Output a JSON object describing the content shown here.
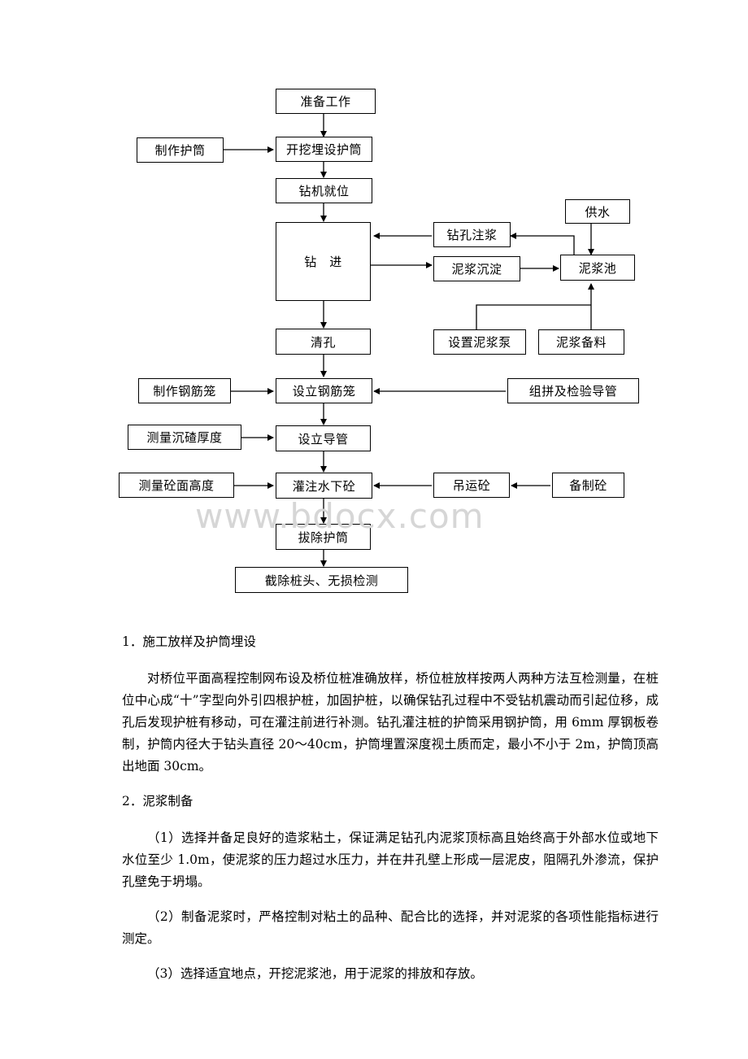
{
  "flowchart": {
    "nodes": {
      "prepare": "准备工作",
      "make_casing": "制作护筒",
      "dig_casing": "开挖埋设护筒",
      "rig_position": "钻机就位",
      "drilling": "钻　进",
      "slurry_inject": "钻孔注浆",
      "water_supply": "供水",
      "slurry_settle": "泥浆沉淀",
      "slurry_pool": "泥浆池",
      "clean_hole": "清孔",
      "slurry_pump": "设置泥浆泵",
      "slurry_material": "泥浆备料",
      "make_cage": "制作钢筋笼",
      "install_cage": "设立钢筋笼",
      "assemble_pipe": "组拼及检验导管",
      "measure_sediment": "测量沉碴厚度",
      "install_pipe": "设立导管",
      "measure_concrete": "测量砼面高度",
      "pour_concrete": "灌注水下砼",
      "lift_concrete": "吊运砼",
      "prepare_concrete": "备制砼",
      "remove_casing": "拔除护筒",
      "cut_pile": "截除桩头、无损检测"
    }
  },
  "watermark": "www.bdocx.com",
  "sections": {
    "s1_heading": "1．施工放样及护筒埋设",
    "s1_para": "对桥位平面高程控制网布设及桥位桩准确放样，桥位桩放样按两人两种方法互检测量，在桩位中心成“十”字型向外引四根护桩，加固护桩，以确保钻孔过程中不受钻机震动而引起位移，成孔后发现护桩有移动，可在灌注前进行补测。钻孔灌注桩的护筒采用钢护筒，用 6mm 厚钢板卷制，护筒内径大于钻头直径 20～40cm，护筒埋置深度视土质而定，最小不小于 2m，护筒顶高出地面 30cm。",
    "s2_heading": "2．泥浆制备",
    "s2_p1": "（1）选择并备足良好的造浆粘土，保证满足钻孔内泥浆顶标高且始终高于外部水位或地下水位至少 1.0m，使泥浆的压力超过水压力，并在井孔壁上形成一层泥皮，阻隔孔外渗流，保护孔壁免于坍塌。",
    "s2_p2": "（2）制备泥浆时，严格控制对粘土的品种、配合比的选择，并对泥浆的各项性能指标进行测定。",
    "s2_p3": "（3）选择适宜地点，开挖泥浆池，用于泥浆的排放和存放。"
  }
}
